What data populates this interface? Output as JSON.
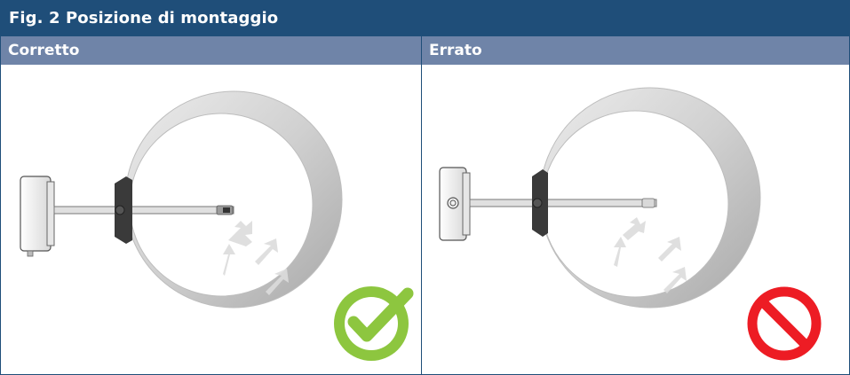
{
  "figure": {
    "title": "Fig. 2 Posizione di montaggio"
  },
  "columns": [
    {
      "label": "Corretto",
      "status": "correct",
      "status_icon": "checkmark-icon",
      "status_color": "#8dc63f"
    },
    {
      "label": "Errato",
      "status": "wrong",
      "status_icon": "prohibited-icon",
      "status_color": "#ed1c24"
    }
  ],
  "colors": {
    "header_bg": "#1f4e79",
    "subheader_bg": "#6f84a8",
    "duct": "#c9c9c9",
    "sensor_housing": "#f2f2f2",
    "arrows": "#d9d9d9"
  }
}
